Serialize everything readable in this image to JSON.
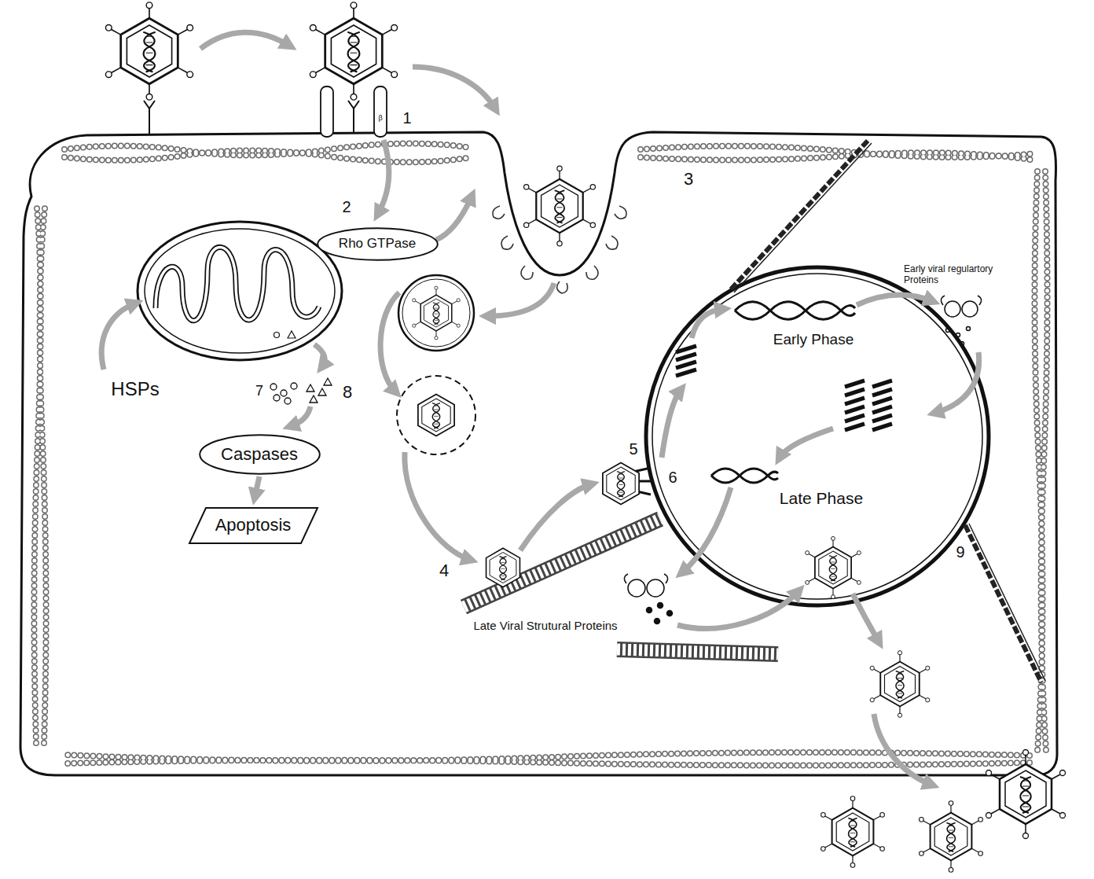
{
  "diagram": {
    "nodes": [
      {
        "text": [
          "Rho GTPase"
        ]
      },
      {
        "text": [
          "Caspases"
        ]
      },
      {
        "text": [
          "Apoptosis"
        ]
      }
    ],
    "edges": [
      {
        "from": 1,
        "to": 2,
        "arrow": "to"
      }
    ],
    "labels": [
      "1",
      "2",
      "3",
      "4",
      "5",
      "6",
      "7",
      "8",
      "9",
      "β",
      "HSPs",
      "Early viral regulartory Proteins",
      "Early Phase",
      "Late Phase",
      "Late Viral Strutural Proteins"
    ]
  }
}
